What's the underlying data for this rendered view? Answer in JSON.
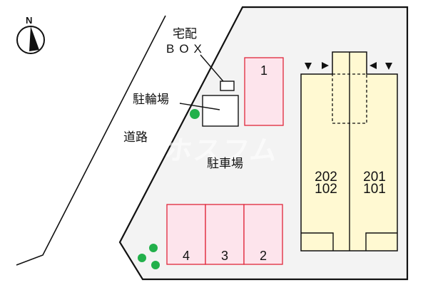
{
  "map": {
    "compass": {
      "north_label": "N"
    },
    "labels": {
      "delivery_box_line1": "宅配",
      "delivery_box_line2": "BOX",
      "bicycle_parking": "駐輪場",
      "road": "道路",
      "parking_lot": "駐車場"
    },
    "parking_spaces": [
      {
        "number": "1"
      },
      {
        "number": "4"
      },
      {
        "number": "3"
      },
      {
        "number": "2"
      }
    ],
    "building_units": [
      {
        "upper": "202",
        "lower": "102"
      },
      {
        "upper": "201",
        "lower": "101"
      }
    ],
    "watermark": "ホスフム",
    "colors": {
      "lot_fill": "#f3f3f3",
      "parking_fill": "#fde4ec",
      "parking_border": "#e0263a",
      "building_fill": "#fff9d2",
      "tree_green": "#22b04b",
      "line": "#111111"
    }
  }
}
